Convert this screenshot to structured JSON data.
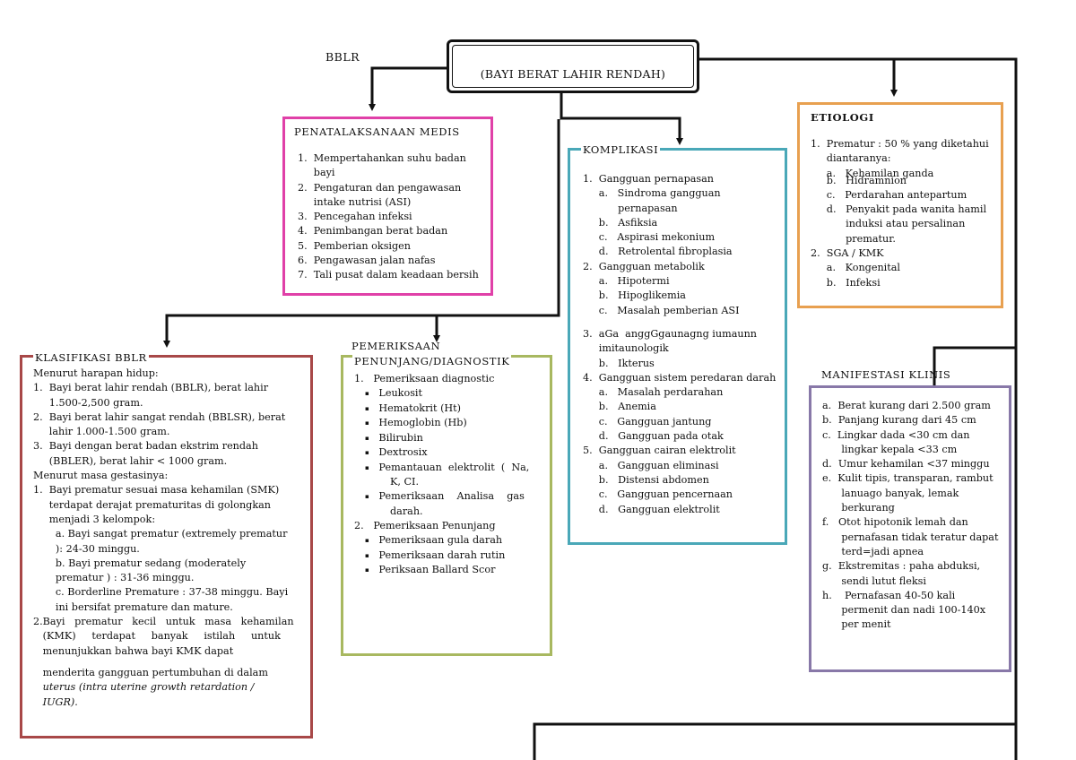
{
  "header": {
    "abbr": "BBLR",
    "title": "(BAYI BERAT LAHIR RENDAH)"
  },
  "penatalaksanaan": {
    "heading": "PENATALAKSANAAN MEDIS",
    "items": [
      "1.  Mempertahankan suhu badan",
      "     bayi",
      "2.  Pengaturan dan pengawasan",
      "     intake nutrisi (ASI)",
      "3.  Pencegahan infeksi",
      "4.  Penimbangan berat badan",
      "5.  Pemberian oksigen",
      "6.  Pengawasan jalan nafas",
      "7.  Tali pusat dalam keadaan bersih"
    ]
  },
  "komplikasi": {
    "heading": "KOMPLIKASI",
    "items": [
      "1.  Gangguan pernapasan",
      "     a.   Sindroma gangguan",
      "           pernapasan",
      "     b.   Asfiksia",
      "     c.   Aspirasi mekonium",
      "     d.   Retrolental fibroplasia",
      "2.  Gangguan metabolik",
      "     a.   Hipotermi",
      "     b.   Hipoglikemia",
      "     c.   Masalah pemberian ASI",
      "",
      "3.  aGa  anggGgaunagng iumaunn",
      "     imitaunologik",
      "     b.   Ikterus",
      "4.  Gangguan sistem peredaran darah",
      "     a.   Masalah perdarahan",
      "     b.   Anemia",
      "     c.   Gangguan jantung",
      "     d.   Gangguan pada otak",
      "5.  Gangguan cairan elektrolit",
      "     a.   Gangguan eliminasi",
      "     b.   Distensi abdomen",
      "     c.   Gangguan pencernaan",
      "     d.   Gangguan elektrolit"
    ]
  },
  "etiologi": {
    "heading": "ETIOLOGI",
    "items": [
      "1.  Prematur : 50 % yang diketahui",
      "     diantaranya:",
      "     a.   Kehamilan ganda",
      "     b.   Hidramnion",
      "     c.   Perdarahan antepartum",
      "     d.   Penyakit pada wanita hamil",
      "           induksi atau persalinan",
      "           prematur.",
      "2.  SGA / KMK",
      "     a.   Kongenital",
      "     b.   Infeksi"
    ]
  },
  "klasifikasi": {
    "heading": "KLASIFIKASI BBLR",
    "lines": [
      "Menurut harapan hidup:",
      "1.  Bayi berat lahir rendah (BBLR), berat lahir",
      "     1.500-2,500 gram.",
      "2.  Bayi berat lahir sangat rendah (BBLSR), berat",
      "     lahir 1.000-1.500 gram.",
      "3.  Bayi dengan berat badan ekstrim rendah",
      "     (BBLER), berat lahir < 1000 gram.",
      "Menurut masa gestasinya:",
      "1.  Bayi prematur sesuai masa kehamilan (SMK)",
      "     terdapat derajat prematuritas di golongkan",
      "     menjadi 3 kelompok:",
      "       a. Bayi sangat prematur (extremely prematur",
      "       ): 24-30 minggu.",
      "       b. Bayi prematur sedang (moderately",
      "       prematur ) : 31-36 minggu.",
      "       c. Borderline Premature : 37-38 minggu. Bayi",
      "       ini bersifat premature dan mature.",
      "2.Bayi   prematur   kecil   untuk   masa   kehamilan",
      "   (KMK)     terdapat     banyak     istilah     untuk",
      "   menunjukkan bahwa bayi KMK dapat",
      "",
      "   menderita gangguan pertumbuhan di dalam",
      "   uterus (intra uterine growth retardation /",
      "   IUGR)."
    ]
  },
  "pemeriksaan": {
    "heading_1": "PEMERIKSAAN",
    "heading_2": "PENUNJANG/DIAGNOSTIK",
    "lines": [
      "1.   Pemeriksaan diagnostic",
      "Leukosit",
      "Hematokrit (Ht)",
      "Hemoglobin (Hb)",
      "Bilirubin",
      "Dextrosix",
      "Pemantauan  elektrolit  (  Na,",
      "K, CI.",
      "Pemeriksaan    Analisa    gas",
      "darah.",
      "2.   Pemeriksaan Penunjang",
      "Pemeriksaan gula darah",
      "Pemeriksaan darah rutin",
      "Periksaan Ballard Scor"
    ]
  },
  "manifestasi": {
    "heading": "MANIFESTASI KLINIS",
    "items": [
      "a.  Berat kurang dari 2.500 gram",
      "b.  Panjang kurang dari 45 cm",
      "c.  Lingkar dada <30 cm dan",
      "      lingkar kepala <33 cm",
      "d.  Umur kehamilan <37 minggu",
      "e.  Kulit tipis, transparan, rambut",
      "      lanuago banyak, lemak",
      "      berkurang",
      "f.   Otot hipotonik lemah dan",
      "      pernafasan tidak teratur dapat",
      "      terd=jadi apnea",
      "g.  Ekstremitas : paha abduksi,",
      "      sendi lutut fleksi",
      "h.    Pernafasan 40-50 kali",
      "      permenit dan nadi 100-140x",
      "      per menit"
    ]
  }
}
